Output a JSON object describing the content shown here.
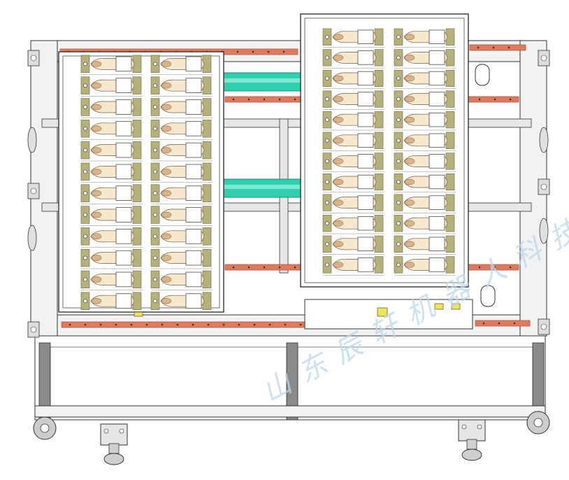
{
  "drawing": {
    "description_free": true,
    "colors": {
      "line": "#333333",
      "frame_fill": "#f2f2f2",
      "tray_fill": "#ffffff",
      "rail": "#e07a5f",
      "rail_dark": "#b5563d",
      "tube": "#2fcfb0",
      "tube_dark": "#1a8f78",
      "cell_olive": "#b6b07a",
      "cell_dark": "#6e6a40",
      "part_light": "#f6e7cf",
      "part_tan": "#d9b48a",
      "hazard": "#f2e35a",
      "wheel": "#cccccc"
    },
    "tray_left": {
      "rows": 12,
      "cols": 2
    },
    "tray_right": {
      "rows": 12,
      "cols": 2
    }
  },
  "watermark": {
    "text": "山东辰轩机器人科技有限公司"
  }
}
